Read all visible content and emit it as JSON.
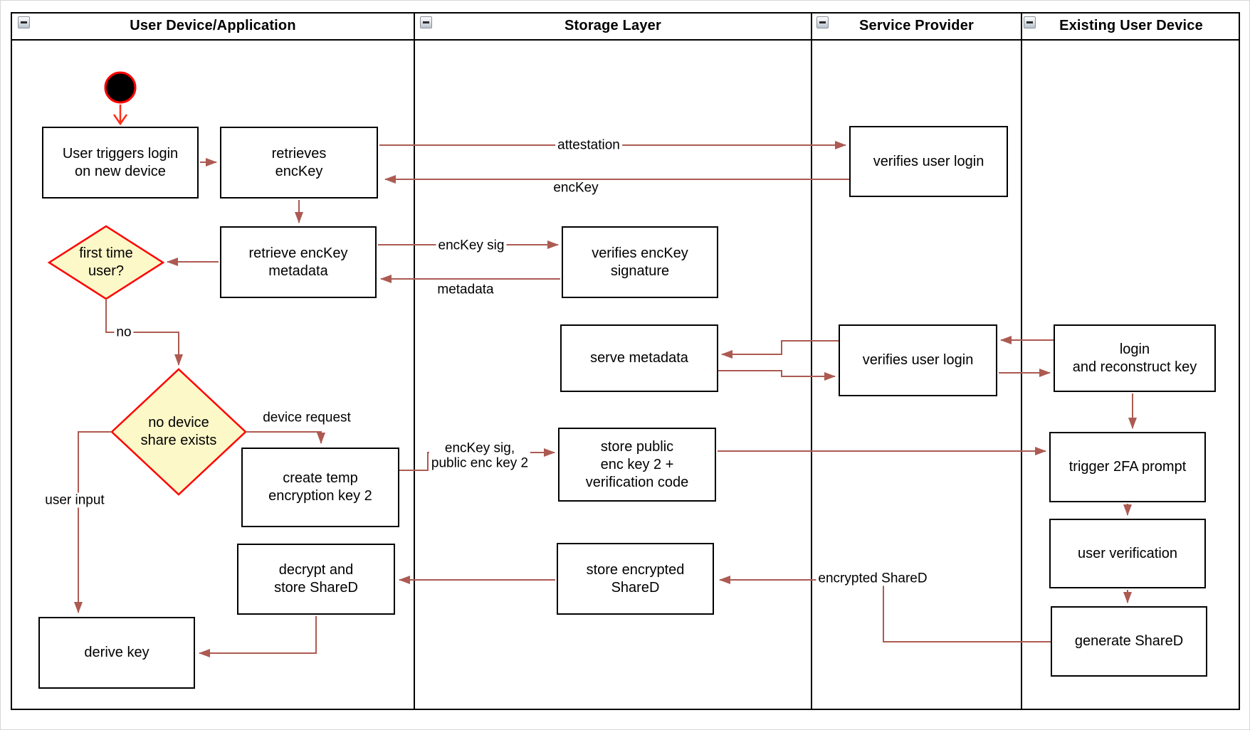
{
  "lanes": [
    {
      "title": "User Device/Application"
    },
    {
      "title": "Storage Layer"
    },
    {
      "title": "Service Provider"
    },
    {
      "title": "Existing User Device"
    }
  ],
  "icons": {
    "collapse": "minus-in-square"
  },
  "nodes": {
    "start": {
      "type": "initial-node"
    },
    "user_triggers": {
      "label": "User triggers login\non new device"
    },
    "retrieves_enckey": {
      "label": "retrieves\nencKey"
    },
    "retrieve_metadata": {
      "label": "retrieve encKey\nmetadata"
    },
    "first_time_user": {
      "label": "first time\nuser?"
    },
    "no_device_share": {
      "label": "no device\nshare exists"
    },
    "create_temp_key": {
      "label": "create temp\nencryption key 2"
    },
    "derive_key": {
      "label": "derive key"
    },
    "decrypt_store_shared": {
      "label": "decrypt and\nstore ShareD"
    },
    "verifies_enckey_signature": {
      "label": "verifies encKey\nsignature"
    },
    "serve_metadata": {
      "label": "serve metadata"
    },
    "store_public_key": {
      "label": "store public\nenc key 2 +\nverification code"
    },
    "store_encrypted_shared": {
      "label": "store encrypted\nShareD"
    },
    "verifies_user_login_top": {
      "label": "verifies user login"
    },
    "verifies_user_login_mid": {
      "label": "verifies user login"
    },
    "login_reconstruct": {
      "label": "login\nand reconstruct key"
    },
    "trigger_2fa": {
      "label": "trigger 2FA prompt"
    },
    "user_verification": {
      "label": "user verification"
    },
    "generate_shared": {
      "label": "generate ShareD"
    }
  },
  "edge_labels": {
    "attestation": "attestation",
    "enckey": "encKey",
    "enckey_sig": "encKey sig",
    "metadata": "metadata",
    "no": "no",
    "device_request": "device request",
    "enckey_sig_public": "encKey sig,\npublic enc key 2",
    "user_input": "user input",
    "encrypted_shared": "encrypted ShareD"
  },
  "colors": {
    "edge": "#AC5A52",
    "start_edge": "#FF2D16",
    "diamond_fill": "#FCF8C8",
    "diamond_border": "#FF0000",
    "node_border": "#000000",
    "node_fill": "#FFFFFF"
  }
}
